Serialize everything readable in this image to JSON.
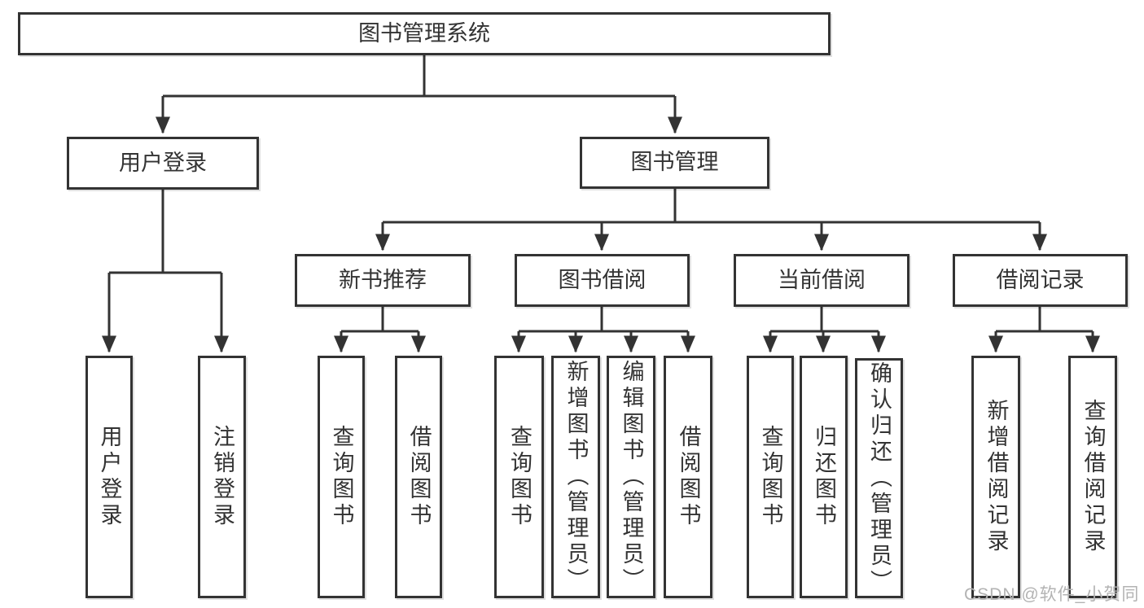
{
  "diagram": {
    "type": "hierarchy-tree",
    "accent_color": "#333333",
    "background_color": "#ffffff",
    "root": {
      "label": "图书管理系统"
    },
    "user_login": {
      "label": "用户登录",
      "children": [
        {
          "label": "用户登录"
        },
        {
          "label": "注销登录"
        }
      ]
    },
    "book_mgmt": {
      "label": "图书管理",
      "children": [
        {
          "label": "新书推荐",
          "children": [
            {
              "label": "查询图书"
            },
            {
              "label": "借阅图书"
            }
          ]
        },
        {
          "label": "图书借阅",
          "children": [
            {
              "label": "查询图书"
            },
            {
              "label": "新增图书（管理员）"
            },
            {
              "label": "编辑图书（管理员）"
            },
            {
              "label": "借阅图书"
            }
          ]
        },
        {
          "label": "当前借阅",
          "children": [
            {
              "label": "查询图书"
            },
            {
              "label": "归还图书"
            },
            {
              "label": "确认归还（管理员）"
            }
          ]
        },
        {
          "label": "借阅记录",
          "children": [
            {
              "label": "新增借阅记录"
            },
            {
              "label": "查询借阅记录"
            }
          ]
        }
      ]
    },
    "watermark": "CSDN @软件_小贺同学"
  }
}
